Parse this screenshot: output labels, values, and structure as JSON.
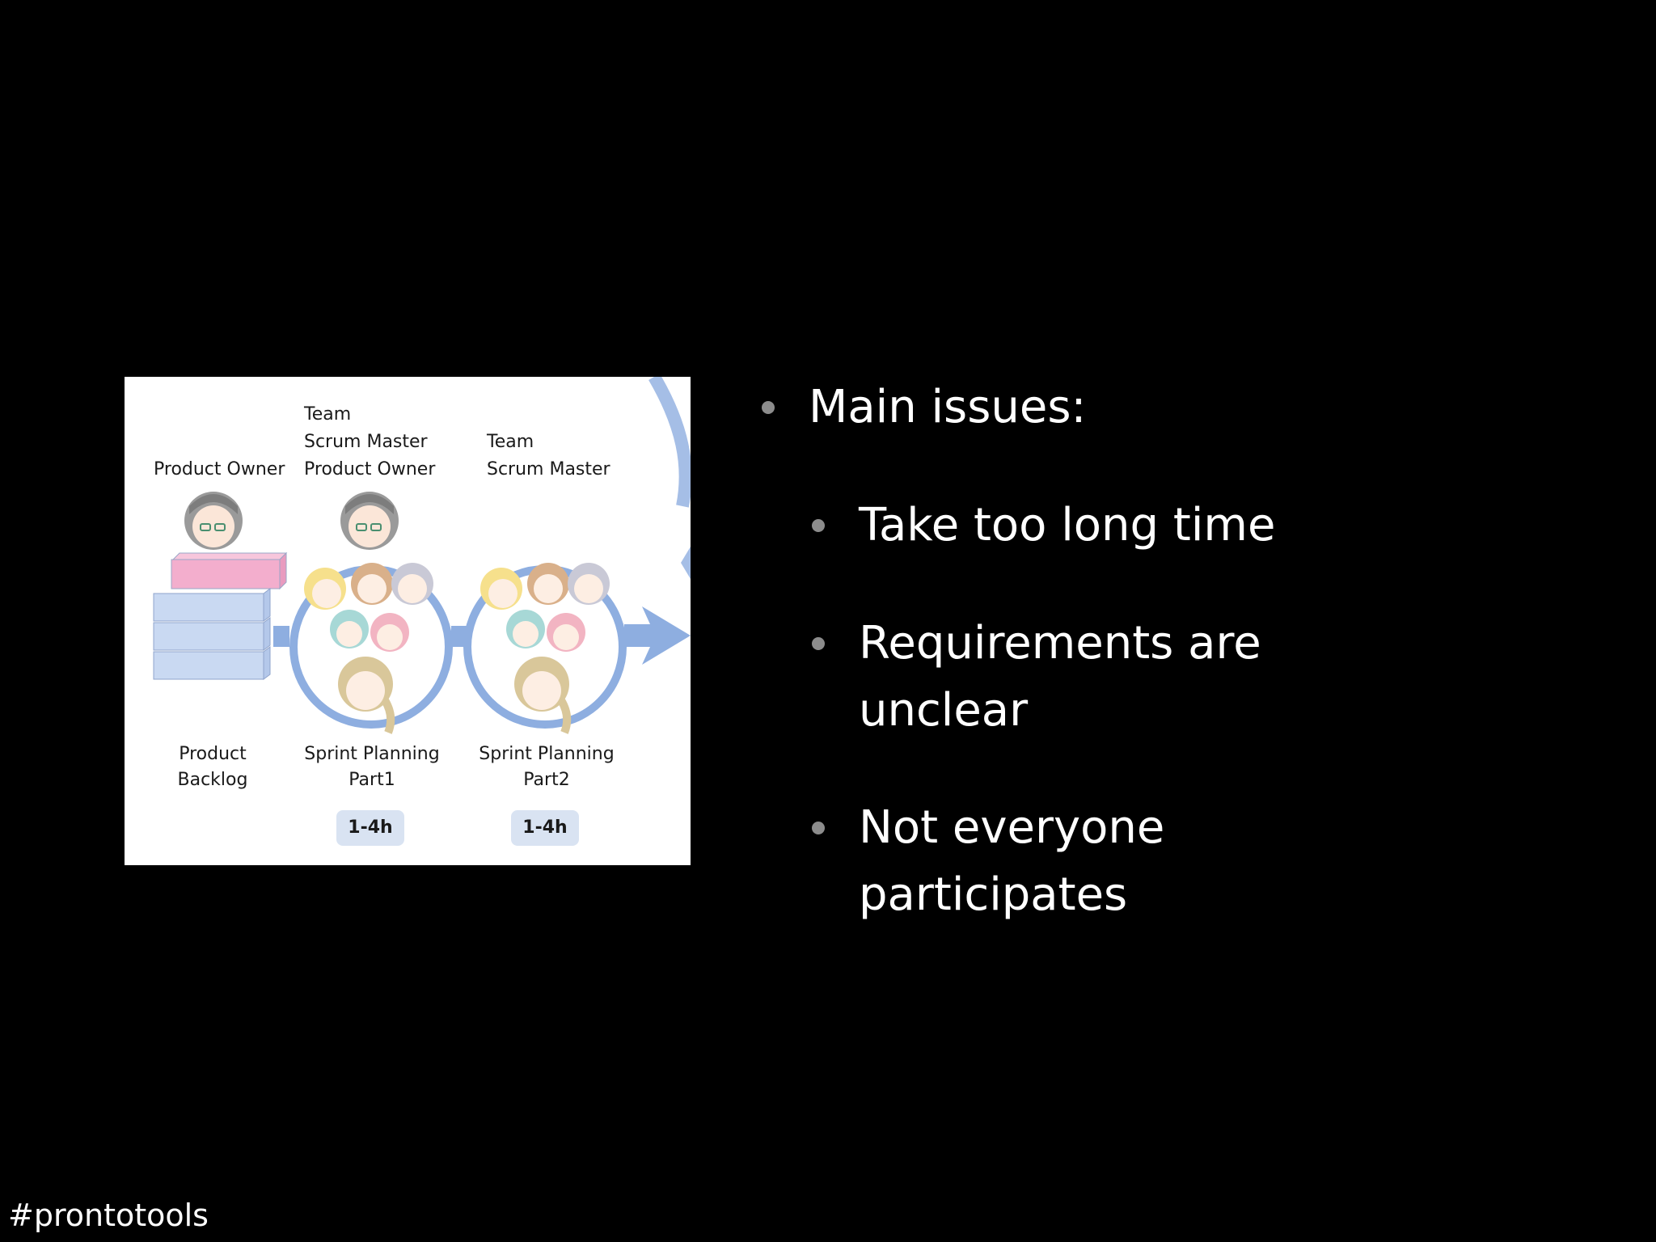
{
  "illustration": {
    "roles": {
      "product_owner": "Product Owner",
      "part1_line1": "Team",
      "part1_line2": "Scrum Master",
      "part1_line3": "Product Owner",
      "part2_line1": "Team",
      "part2_line2": "Scrum Master"
    },
    "labels": {
      "backlog_line1": "Product",
      "backlog_line2": "Backlog",
      "part1_line1": "Sprint Planning",
      "part1_line2": "Part1",
      "part2_line1": "Sprint Planning",
      "part2_line2": "Part2"
    },
    "timeboxes": {
      "part1": "1-4h",
      "part2": "1-4h"
    },
    "colors": {
      "flow_blue": "#8eaee0",
      "backlog_box": "#c9d9f2",
      "backlog_top": "#f3aecd",
      "timebox_bg": "#d9e3f2"
    }
  },
  "bullets": {
    "main": "Main issues:",
    "sub": [
      "Take too long time",
      "Requirements are unclear",
      "Not everyone participates"
    ]
  },
  "footer": {
    "hashtag": "#prontotools"
  }
}
